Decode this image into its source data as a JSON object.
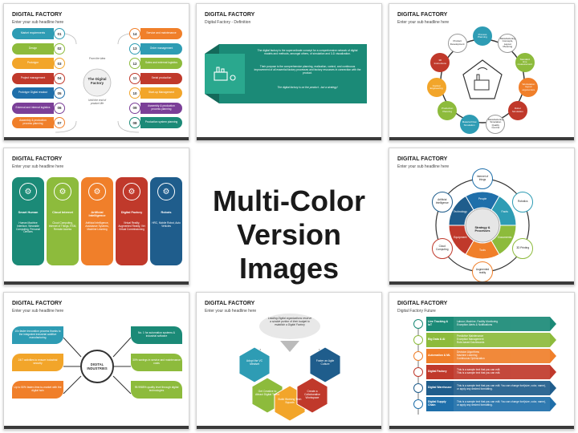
{
  "center": {
    "line1": "Multi-Color",
    "line2": "Version Images"
  },
  "slide1": {
    "title": "DIGITAL FACTORY",
    "sub": "Enter your sub headline here",
    "top_note": "From the idea",
    "center_label": "The Digital Factory",
    "bottom_note": "Until the end of product life",
    "left_items": [
      {
        "num": "01",
        "text": "Market requirements",
        "color": "#2e9cb4"
      },
      {
        "num": "02",
        "text": "Design",
        "color": "#8dbb3c"
      },
      {
        "num": "03",
        "text": "Prototype",
        "color": "#f2a52a"
      },
      {
        "num": "04",
        "text": "Project management",
        "color": "#c0392b"
      },
      {
        "num": "05",
        "text": "Prototype Digital readout",
        "color": "#1f6faa"
      },
      {
        "num": "06",
        "text": "External and internal logistics",
        "color": "#7b3f98"
      },
      {
        "num": "07",
        "text": "Assembly & production process planning",
        "color": "#f07f2a"
      }
    ],
    "right_items": [
      {
        "num": "14",
        "text": "Service and maintenance",
        "color": "#f07f2a"
      },
      {
        "num": "13",
        "text": "Order management",
        "color": "#2e9cb4"
      },
      {
        "num": "12",
        "text": "Sales and external logistics",
        "color": "#8dbb3c"
      },
      {
        "num": "11",
        "text": "Serial production",
        "color": "#c0392b"
      },
      {
        "num": "10",
        "text": "Start-up Management",
        "color": "#f2a52a"
      },
      {
        "num": "09",
        "text": "Assembly & production process planning",
        "color": "#7b3f98"
      },
      {
        "num": "08",
        "text": "Production system planning",
        "color": "#1b8a77"
      }
    ]
  },
  "slide2": {
    "title": "DIGITAL FACTORY",
    "sub": "Digital Factory - Definition",
    "para1": "The digital factory is the superordinate concept for a comprehensive network of digital models and methods, amongst others, of simulation and 3-D visualization.",
    "para2": "Their purpose is the comprehensive planning, realization, control, and continuous improvement of all essential factory processes and factory resources in connection with the product.",
    "para3": "The digital factory is on the product - but a strategy!"
  },
  "slide3": {
    "title": "DIGITAL FACTORY",
    "sub": "Enter your sub headline here",
    "nodes": [
      {
        "text": "Process Planning",
        "color": "#2e9cb4"
      },
      {
        "text": "Manufacturing Concepts, Layout Planning",
        "color": "#ffffff"
      },
      {
        "text": "Standard time measurement",
        "color": "#8dbb3c"
      },
      {
        "text": "Workstation layout ergonomics",
        "color": "#f07f2a"
      },
      {
        "text": "Robot Simulation",
        "color": "#c0392b"
      },
      {
        "text": "Manufacturing Simulation Quality Control",
        "color": "#ffffff"
      },
      {
        "text": "Material Flow Simulation",
        "color": "#2e9cb4"
      },
      {
        "text": "Production Planning",
        "color": "#8dbb3c"
      },
      {
        "text": "Control Engineering",
        "color": "#f2a52a"
      },
      {
        "text": "3D Instructions",
        "color": "#c0392b"
      },
      {
        "text": "Product Development",
        "color": "#ffffff"
      }
    ]
  },
  "slide4": {
    "title": "DIGITAL FACTORY",
    "sub": "Enter your sub headline here",
    "cards": [
      {
        "heading": "Smart Human",
        "body": "Human Machine Interface, Wearable Computing, Personal Devices",
        "color": "#1b8a77"
      },
      {
        "heading": "Cloud Internet",
        "body": "Cloud Computing, Internet of Things, RSM, Remote Access",
        "color": "#8dbb3c"
      },
      {
        "heading": "Artificial Intelligence",
        "body": "Artificial Intelligence, Assistance Systems, Machine Learning",
        "color": "#f07f2a"
      },
      {
        "heading": "Digital Factory",
        "body": "Virtual Reality, Augmented Reality, Virt Virtual Commissioning",
        "color": "#c0392b"
      },
      {
        "heading": "Robots",
        "body": "HRC, Mobile Robot, Auto Vehicles",
        "color": "#1f5d8c"
      }
    ]
  },
  "slide5": {
    "title": "DIGITAL FACTORY",
    "sub": "Enter your sub headline here",
    "center": "Strategy & Processes",
    "inner": [
      "People",
      "Facts",
      "Documents",
      "Tools",
      "Equipment",
      "Technology"
    ],
    "outer": [
      {
        "text": "Internet of things",
        "color": "#1f6faa"
      },
      {
        "text": "Robotics",
        "color": "#2e9cb4"
      },
      {
        "text": "3D Printing",
        "color": "#8dbb3c"
      },
      {
        "text": "Augmented reality",
        "color": "#f07f2a"
      },
      {
        "text": "Cloud Computing",
        "color": "#c0392b"
      },
      {
        "text": "Artificial Intelligence",
        "color": "#1f5d8c"
      }
    ]
  },
  "slide6": {
    "title": "DIGITAL FACTORY",
    "sub": "Enter your sub headline here",
    "center": "DIGITAL INDUSTRIES",
    "left": [
      {
        "text": "10x faster innovation process thanks to the integrated industrial additive manufacturing",
        "color": "#2e9cb4"
      },
      {
        "text": "24/7 activities to ensure industrial security",
        "color": "#f2a52a"
      },
      {
        "text": "Up to 50% faster-time-to-market with the digital twin",
        "color": "#f07f2a"
      }
    ],
    "right": [
      {
        "text": "No. 1 for automation systems & industrial software",
        "color": "#1b8a77"
      },
      {
        "text": "30% savings in service and maintenance costs",
        "color": "#8dbb3c"
      },
      {
        "text": "99.9985% quality level through digital technologies",
        "color": "#8dbb3c"
      }
    ]
  },
  "slide7": {
    "title": "DIGITAL FACTORY",
    "sub": "Enter your sub headline here",
    "cloud": "Leading Digital organizations reserve a sizable portion of their budget to establish a Digital Factory",
    "items": [
      {
        "text": "Adopt the VC Mindset",
        "color": "#2e9cb4"
      },
      {
        "text": "Get Creative to Attract Digital Talent",
        "color": "#8dbb3c"
      },
      {
        "text": "Build Working Tech Squads",
        "color": "#f2a52a"
      },
      {
        "text": "Create a Collaborative Workspace",
        "color": "#c0392b"
      },
      {
        "text": "Foster an Agile Culture",
        "color": "#1f5d8c"
      }
    ]
  },
  "slide8": {
    "title": "DIGITAL FACTORY",
    "sub": "Digital Factory Future",
    "rows": [
      {
        "label": "Live Tracking & IoT",
        "lines": [
          "Labour, Machine, Facility Monitoring",
          "Exception Alerts & Notifications"
        ],
        "color": "#1b8a77"
      },
      {
        "label": "Big Data & AI",
        "lines": [
          "Predictive Maintenance",
          "Exception Management",
          "Role-based Dashboards"
        ],
        "color": "#8dbb3c"
      },
      {
        "label": "Automation & ML",
        "lines": [
          "Decision Algorithms",
          "Machine Learning",
          "Continuous Optimization"
        ],
        "color": "#f07f2a"
      },
      {
        "label": "Digital Factory",
        "lines": [
          "This is a sample text that you can edit.",
          "This is a sample text that you can edit."
        ],
        "color": "#c0392b"
      },
      {
        "label": "Digital Warehouse",
        "lines": [
          "This is a sample text that you can edit. You can change font(size, color, name), or apply any desired formatting."
        ],
        "color": "#1f5d8c"
      },
      {
        "label": "Digital Supply Chain",
        "lines": [
          "This is a sample text that you can edit. You can change font(size, color, name), or apply any desired formatting."
        ],
        "color": "#1f6faa"
      }
    ]
  }
}
